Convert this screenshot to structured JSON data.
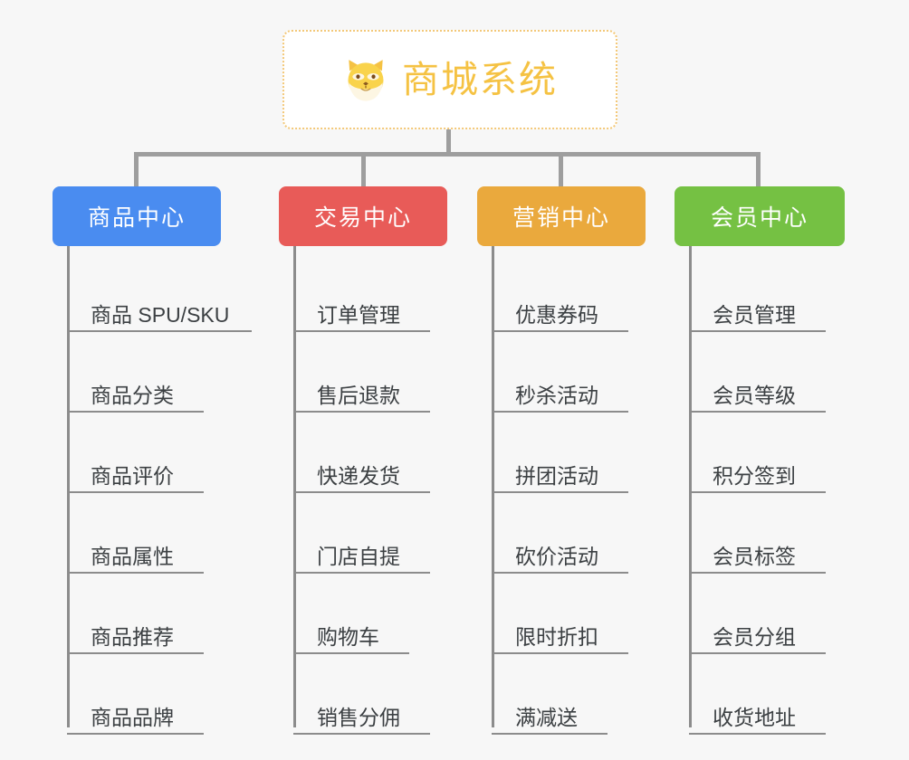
{
  "page": {
    "background_color": "#f7f7f7",
    "title": "商城系统"
  },
  "root": {
    "label": "商城系统",
    "icon": "shiba-inu-dog-face",
    "text_color": "#f5c243",
    "border_color": "#f3c878",
    "background_color": "#ffffff"
  },
  "connector_color": "#9e9e9e",
  "columns": [
    {
      "id": "product-center",
      "label": "商品中心",
      "color": "#4a8cf0",
      "items": [
        {
          "label": "商品 SPU/SKU",
          "rule_width": 204
        },
        {
          "label": "商品分类",
          "rule_width": 151
        },
        {
          "label": "商品评价",
          "rule_width": 151
        },
        {
          "label": "商品属性",
          "rule_width": 151
        },
        {
          "label": "商品推荐",
          "rule_width": 151
        },
        {
          "label": "商品品牌",
          "rule_width": 151
        }
      ]
    },
    {
      "id": "trade-center",
      "label": "交易中心",
      "color": "#e85b58",
      "items": [
        {
          "label": "订单管理",
          "rule_width": 151
        },
        {
          "label": "售后退款",
          "rule_width": 151
        },
        {
          "label": "快递发货",
          "rule_width": 151
        },
        {
          "label": "门店自提",
          "rule_width": 151
        },
        {
          "label": "购物车",
          "rule_width": 128
        },
        {
          "label": "销售分佣",
          "rule_width": 151
        }
      ]
    },
    {
      "id": "marketing-center",
      "label": "营销中心",
      "color": "#eaa93d",
      "items": [
        {
          "label": "优惠券码",
          "rule_width": 151
        },
        {
          "label": "秒杀活动",
          "rule_width": 151
        },
        {
          "label": "拼团活动",
          "rule_width": 151
        },
        {
          "label": "砍价活动",
          "rule_width": 151
        },
        {
          "label": "限时折扣",
          "rule_width": 151
        },
        {
          "label": "满减送",
          "rule_width": 128
        }
      ]
    },
    {
      "id": "member-center",
      "label": "会员中心",
      "color": "#75c143",
      "items": [
        {
          "label": "会员管理",
          "rule_width": 151
        },
        {
          "label": "会员等级",
          "rule_width": 151
        },
        {
          "label": "积分签到",
          "rule_width": 151
        },
        {
          "label": "会员标签",
          "rule_width": 151
        },
        {
          "label": "会员分组",
          "rule_width": 151
        },
        {
          "label": "收货地址",
          "rule_width": 151
        }
      ]
    }
  ]
}
